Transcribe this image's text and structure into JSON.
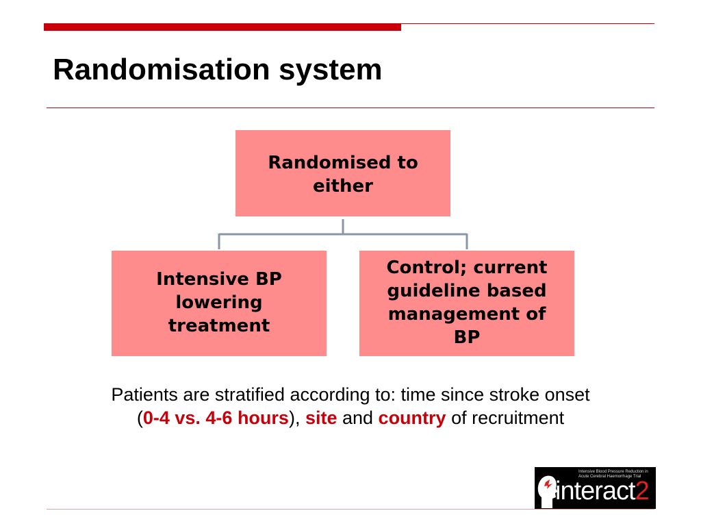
{
  "title": "Randomisation system",
  "diagram": {
    "root": {
      "lines": [
        "Randomised to",
        "either"
      ]
    },
    "left": {
      "lines": [
        "Intensive BP",
        "lowering",
        "treatment"
      ]
    },
    "right": {
      "lines": [
        "Control; current",
        "guideline based",
        "management of",
        "BP"
      ]
    }
  },
  "footnote": {
    "line1": "Patients are stratified according to: time since stroke onset",
    "open_paren": "(",
    "hl_hours": "0-4 vs. 4-6 hours",
    "comma": "), ",
    "hl_site": "site",
    "and": " and ",
    "hl_country": "country",
    "rest": " of recruitment"
  },
  "logo": {
    "tagline": "Intensive Blood Pressure Reduction in Acute Cerebral Haemorrhage Trial",
    "word": "interact",
    "number": "2"
  },
  "colors": {
    "accent": "#c8000a",
    "box_fill": "#ff8c8c",
    "connector": "#8a96a8"
  }
}
